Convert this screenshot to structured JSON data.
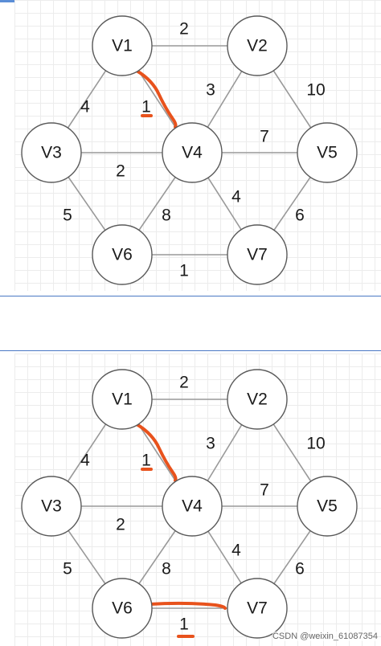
{
  "graph": {
    "nodes": [
      {
        "id": "V1",
        "label": "V1"
      },
      {
        "id": "V2",
        "label": "V2"
      },
      {
        "id": "V3",
        "label": "V3"
      },
      {
        "id": "V4",
        "label": "V4"
      },
      {
        "id": "V5",
        "label": "V5"
      },
      {
        "id": "V6",
        "label": "V6"
      },
      {
        "id": "V7",
        "label": "V7"
      }
    ],
    "edges": [
      {
        "from": "V1",
        "to": "V2",
        "weight": "2"
      },
      {
        "from": "V1",
        "to": "V4",
        "weight": "1"
      },
      {
        "from": "V1",
        "to": "V3",
        "weight": "4"
      },
      {
        "from": "V2",
        "to": "V4",
        "weight": "3"
      },
      {
        "from": "V2",
        "to": "V5",
        "weight": "10"
      },
      {
        "from": "V3",
        "to": "V4",
        "weight": "2"
      },
      {
        "from": "V3",
        "to": "V6",
        "weight": "5"
      },
      {
        "from": "V4",
        "to": "V5",
        "weight": "7"
      },
      {
        "from": "V4",
        "to": "V6",
        "weight": "8"
      },
      {
        "from": "V4",
        "to": "V7",
        "weight": "4"
      },
      {
        "from": "V5",
        "to": "V7",
        "weight": "6"
      },
      {
        "from": "V6",
        "to": "V7",
        "weight": "1"
      }
    ]
  },
  "panels": [
    {
      "highlighted_edges": [
        [
          "V1",
          "V4"
        ]
      ],
      "highlighted_labels": [
        [
          "V1",
          "V4"
        ]
      ]
    },
    {
      "highlighted_edges": [
        [
          "V1",
          "V4"
        ],
        [
          "V6",
          "V7"
        ]
      ],
      "highlighted_labels": [
        [
          "V1",
          "V4"
        ],
        [
          "V6",
          "V7"
        ]
      ]
    }
  ],
  "highlight_color": "#e8521c",
  "watermark": "CSDN @weixin_61087354"
}
